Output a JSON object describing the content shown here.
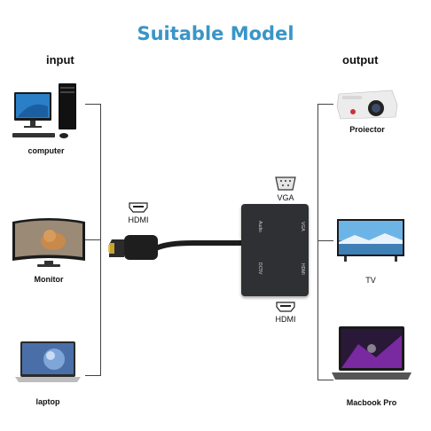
{
  "title": "Suitable Model",
  "input_heading": "input",
  "output_heading": "output",
  "inputs": {
    "computer": "computer",
    "monitor": "Monitor",
    "laptop": "laptop"
  },
  "outputs": {
    "projector": "Proiector",
    "tv": "TV",
    "macbook": "Macbook Pro"
  },
  "ports": {
    "hdmi_in": "HDMI",
    "vga": "VGA",
    "hdmi_out": "HDMI"
  },
  "adapter_text": {
    "audio": "Audio",
    "dc5v": "DC5V",
    "vga_port": "VGA",
    "hdmi_port": "HDMI"
  },
  "colors": {
    "title": "#3a95c8",
    "adapter": "#2f3033",
    "line": "#444444"
  }
}
